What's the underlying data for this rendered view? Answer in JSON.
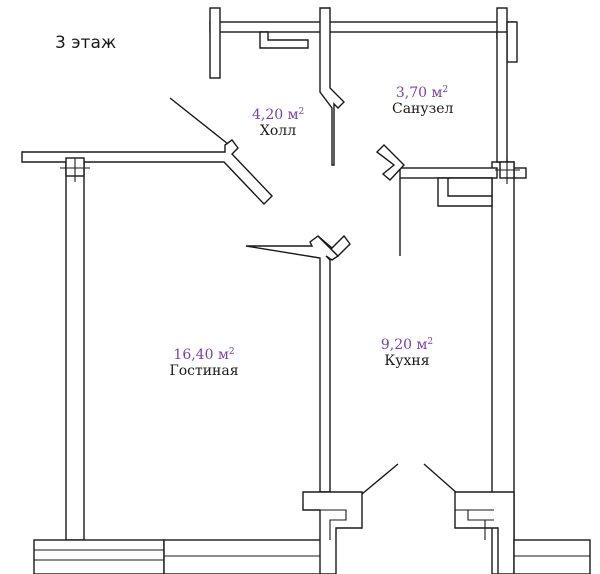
{
  "floor_label": "3 этаж",
  "area_unit": "м",
  "area_sup": "2",
  "rooms": [
    {
      "name": "Холл",
      "area": "4,20"
    },
    {
      "name": "Санузел",
      "area": "3,70"
    },
    {
      "name": "Гостиная",
      "area": "16,40"
    },
    {
      "name": "Кухня",
      "area": "9,20"
    }
  ],
  "colors": {
    "area_text": "#7b3fb3",
    "wall_stroke": "#1a1a1a"
  }
}
